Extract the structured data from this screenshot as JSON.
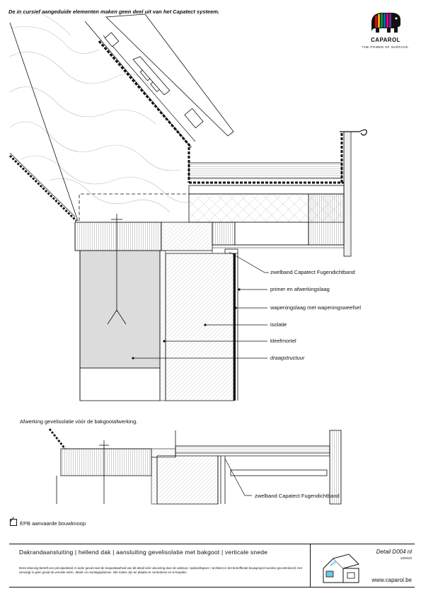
{
  "header": {
    "note": "De in cursief aangeduide elementen maken geen deel uit van het Capatect systeem.",
    "logo": {
      "name": "CAPAROL",
      "tagline": "THE POWER OF SURFACE.",
      "icon": "elephant-logo-icon",
      "colors": [
        "#111111",
        "#e30613",
        "#f7a600",
        "#00963f",
        "#0069b4",
        "#e5007d",
        "#6f2c91"
      ]
    }
  },
  "main_section": {
    "labels": [
      {
        "id": "zwelband",
        "text": "zwelband Capatect Fugendichtband",
        "italic": false
      },
      {
        "id": "primer",
        "text": "primer en afwerkingslaag",
        "italic": false
      },
      {
        "id": "wapening",
        "text": "wapeningslaag met wapeningsweefsel",
        "italic": false
      },
      {
        "id": "isolatie",
        "text": "isolatie",
        "italic": false
      },
      {
        "id": "kleefmortel",
        "text": "kleefmortel",
        "italic": false
      },
      {
        "id": "draagstructuur",
        "text": "draagstructuur",
        "italic": true
      }
    ]
  },
  "secondary_section": {
    "caption": "Afwerking gevelisolatie vóór de bakgootafwerking.",
    "labels": [
      {
        "id": "zwelband2",
        "text": "zwelband Capatect Fugendichtband",
        "italic": false
      }
    ]
  },
  "epb": {
    "icon": "checkbox-checked-icon",
    "text": "EPB aanvaarde bouwknoop"
  },
  "footer": {
    "title": "Dakrandaansluiting | hellend dak | aansluiting gevelisolatie met bakgoot | verticale snede",
    "disclaimer": "Deze tekening betreft een principedetail. In ieder geval moet de toepasbaarheid van dit detail vóór uitvoering door de vakman / opdrachtgever / architect in het betreffende bouwproject worden gecontroleerd. Het vervangt in geen geval de vereiste werk-, detail- en montageplannen. Alle maten zijn ter plaatse te controleren en te bepalen.",
    "detail_code": "Detail D004 nl",
    "date": "10/2023",
    "website": "www.caparol.be",
    "icon": "house-facade-icon"
  }
}
